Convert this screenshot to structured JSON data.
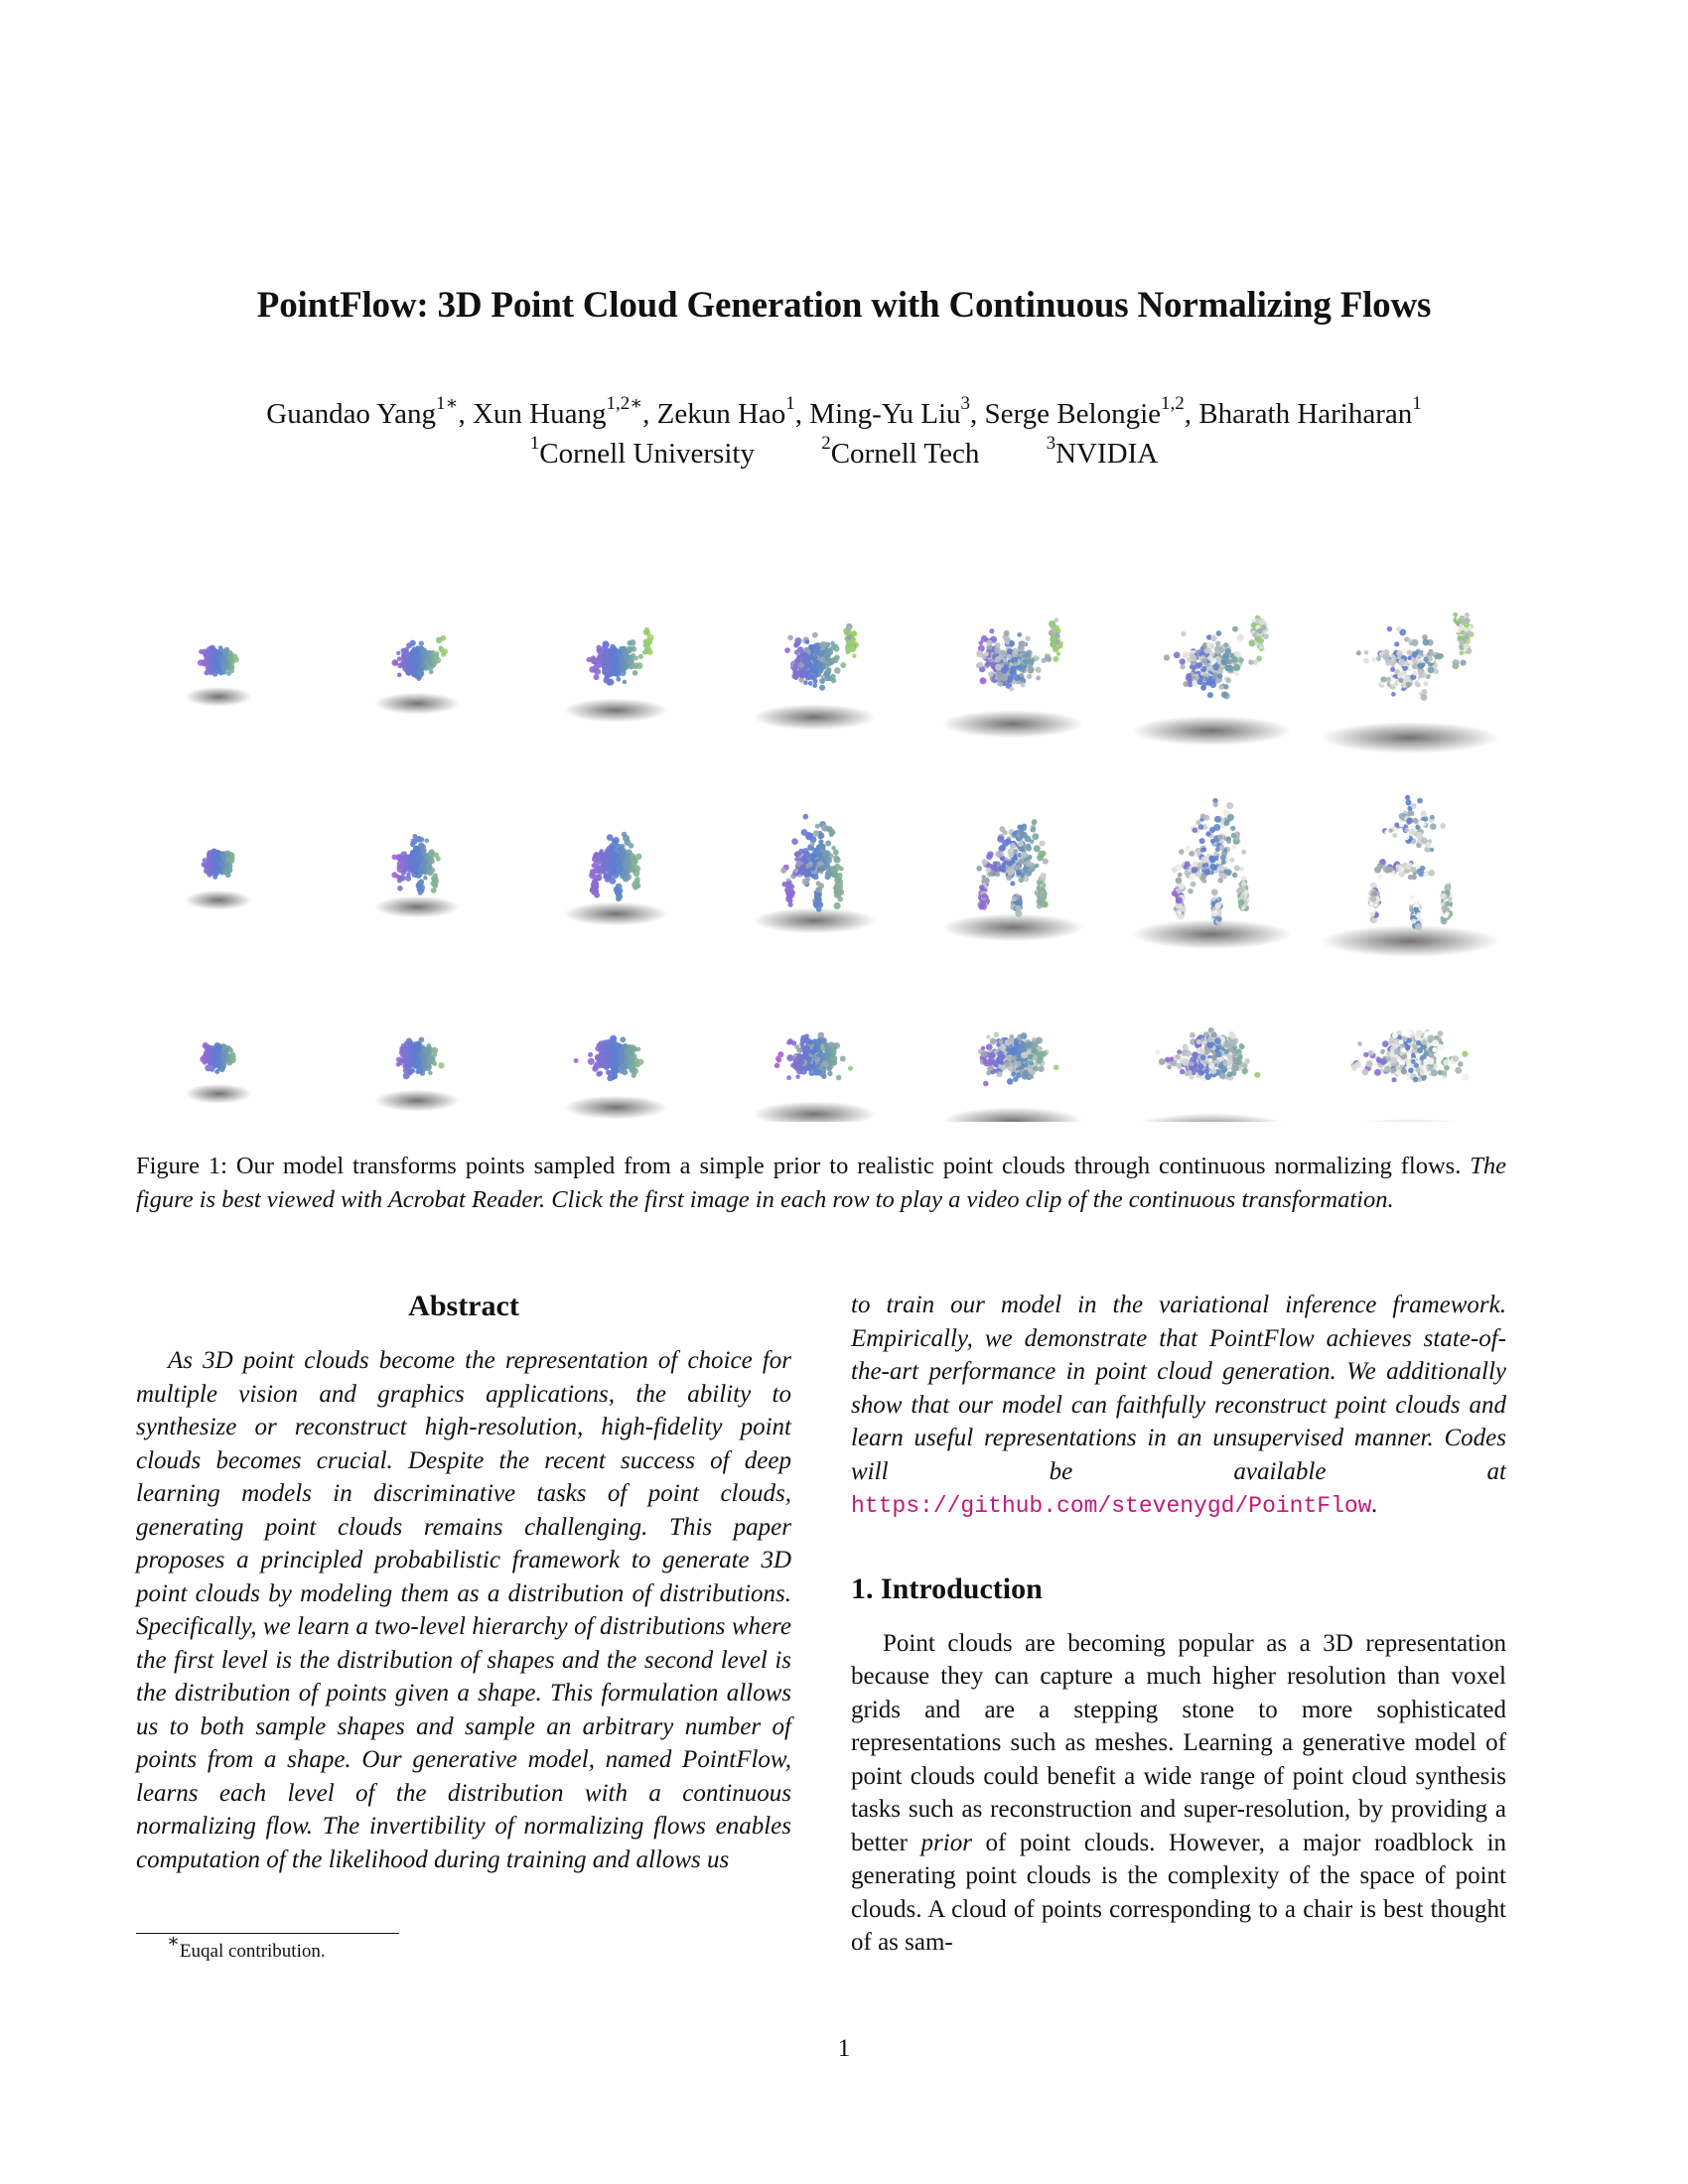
{
  "paper": {
    "title": "PointFlow: 3D Point Cloud Generation with Continuous Normalizing Flows",
    "authors": [
      {
        "name": "Guandao Yang",
        "sup": "1∗"
      },
      {
        "name": "Xun Huang",
        "sup": "1,2∗"
      },
      {
        "name": "Zekun Hao",
        "sup": "1"
      },
      {
        "name": "Ming-Yu Liu",
        "sup": "3"
      },
      {
        "name": "Serge Belongie",
        "sup": "1,2"
      },
      {
        "name": "Bharath Hariharan",
        "sup": "1"
      }
    ],
    "affiliations": [
      {
        "sup": "1",
        "name": "Cornell University"
      },
      {
        "sup": "2",
        "name": "Cornell Tech"
      },
      {
        "sup": "3",
        "name": "NVIDIA"
      }
    ]
  },
  "figure": {
    "rows": [
      "airplane",
      "chair",
      "car"
    ],
    "steps": 7,
    "caption_main": "Figure 1: Our model transforms points sampled from a simple prior to realistic point clouds through continuous normalizing flows.",
    "caption_italic": "The figure is best viewed with Acrobat Reader. Click the first image in each row to play a video clip of the continuous transformation."
  },
  "abstract": {
    "heading": "Abstract",
    "text": "As 3D point clouds become the representation of choice for multiple vision and graphics applications, the ability to synthesize or reconstruct high-resolution, high-fidelity point clouds becomes crucial. Despite the recent success of deep learning models in discriminative tasks of point clouds, generating point clouds remains challenging. This paper proposes a principled probabilistic framework to generate 3D point clouds by modeling them as a distribution of distributions. Specifically, we learn a two-level hierarchy of distributions where the first level is the distribution of shapes and the second level is the distribution of points given a shape. This formulation allows us to both sample shapes and sample an arbitrary number of points from a shape. Our generative model, named PointFlow, learns each level of the distribution with a continuous normalizing flow. The invertibility of normalizing flows enables computation of the likelihood during training and allows us",
    "continued": "to train our model in the variational inference framework. Empirically, we demonstrate that PointFlow achieves state-of-the-art performance in point cloud generation. We additionally show that our model can faithfully reconstruct point clouds and learn useful representations in an unsupervised manner. Codes will be available at",
    "link": "https://github.com/stevenygd/PointFlow",
    "end": "."
  },
  "introduction": {
    "heading": "1. Introduction",
    "text_before": "Point clouds are becoming popular as a 3D representation because they can capture a much higher resolution than voxel grids and are a stepping stone to more sophisticated representations such as meshes. Learning a generative model of point clouds could benefit a wide range of point cloud synthesis tasks such as reconstruction and super-resolution, by providing a better",
    "italic_word": "prior",
    "text_after": "of point clouds. However, a major roadblock in generating point clouds is the complexity of the space of point clouds. A cloud of points corresponding to a chair is best thought of as sam-"
  },
  "footnote": {
    "mark": "∗",
    "text": "Euqal contribution."
  },
  "page_number": "1",
  "colors": {
    "link": "#c2187a",
    "cloud_a": "#b05fd6",
    "cloud_b": "#5a7fd0",
    "cloud_c": "#9fd46a"
  }
}
